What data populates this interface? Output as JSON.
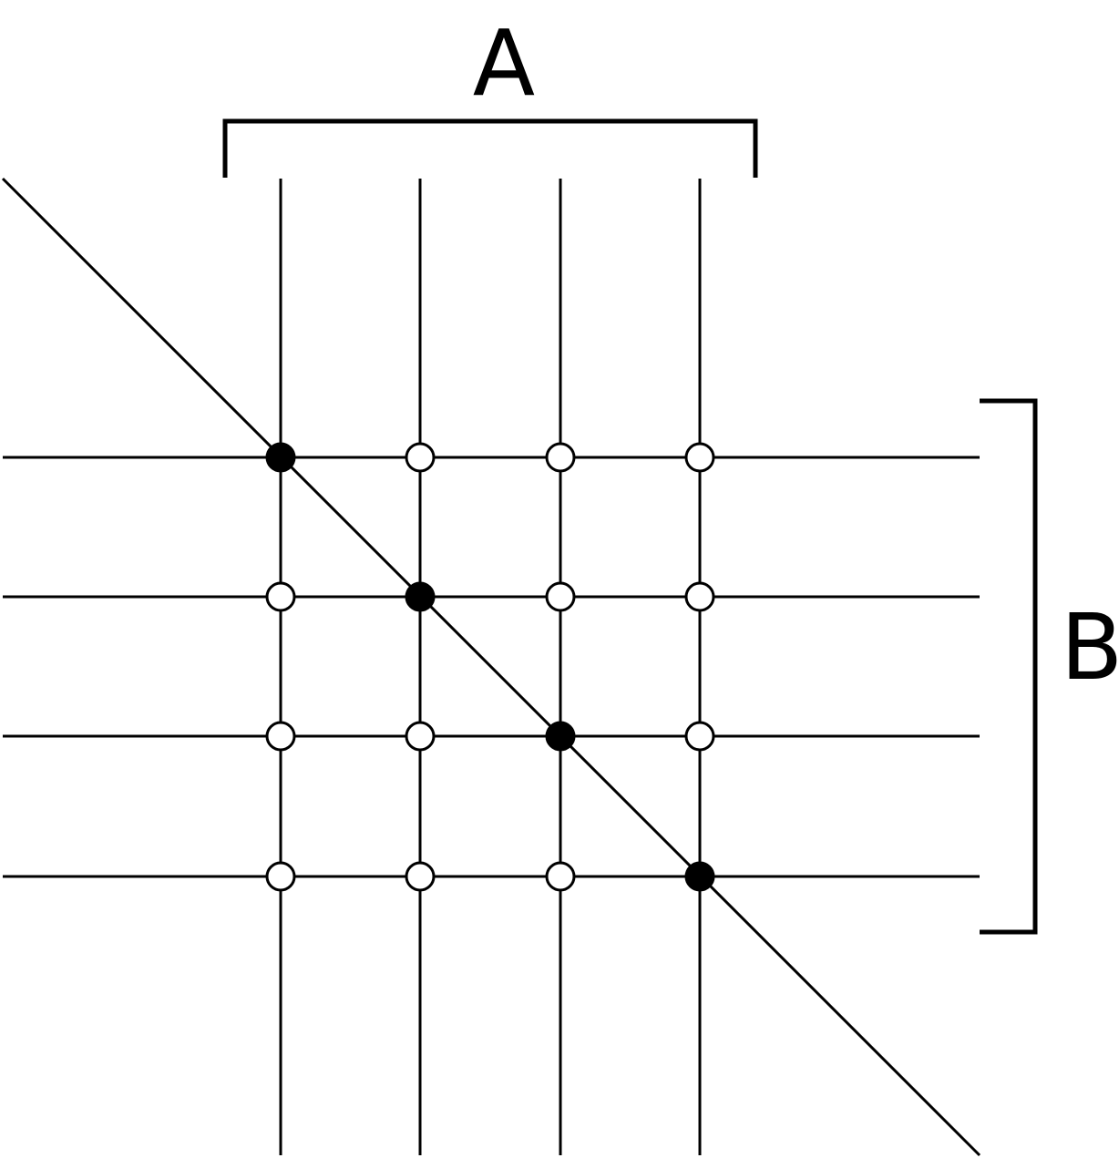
{
  "labels": {
    "columns": "A",
    "rows": "B"
  },
  "grid": {
    "columns": 4,
    "rows": 4
  },
  "nodes": [
    {
      "row": 1,
      "col": 1,
      "filled": true
    },
    {
      "row": 1,
      "col": 2,
      "filled": false
    },
    {
      "row": 1,
      "col": 3,
      "filled": false
    },
    {
      "row": 1,
      "col": 4,
      "filled": false
    },
    {
      "row": 2,
      "col": 1,
      "filled": false
    },
    {
      "row": 2,
      "col": 2,
      "filled": true
    },
    {
      "row": 2,
      "col": 3,
      "filled": false
    },
    {
      "row": 2,
      "col": 4,
      "filled": false
    },
    {
      "row": 3,
      "col": 1,
      "filled": false
    },
    {
      "row": 3,
      "col": 2,
      "filled": false
    },
    {
      "row": 3,
      "col": 3,
      "filled": true
    },
    {
      "row": 3,
      "col": 4,
      "filled": false
    },
    {
      "row": 4,
      "col": 1,
      "filled": false
    },
    {
      "row": 4,
      "col": 2,
      "filled": false
    },
    {
      "row": 4,
      "col": 3,
      "filled": false
    },
    {
      "row": 4,
      "col": 4,
      "filled": true
    }
  ],
  "colors": {
    "line": "#000000",
    "filled_node": "#000000",
    "open_node": "#ffffff",
    "background": "#ffffff"
  }
}
